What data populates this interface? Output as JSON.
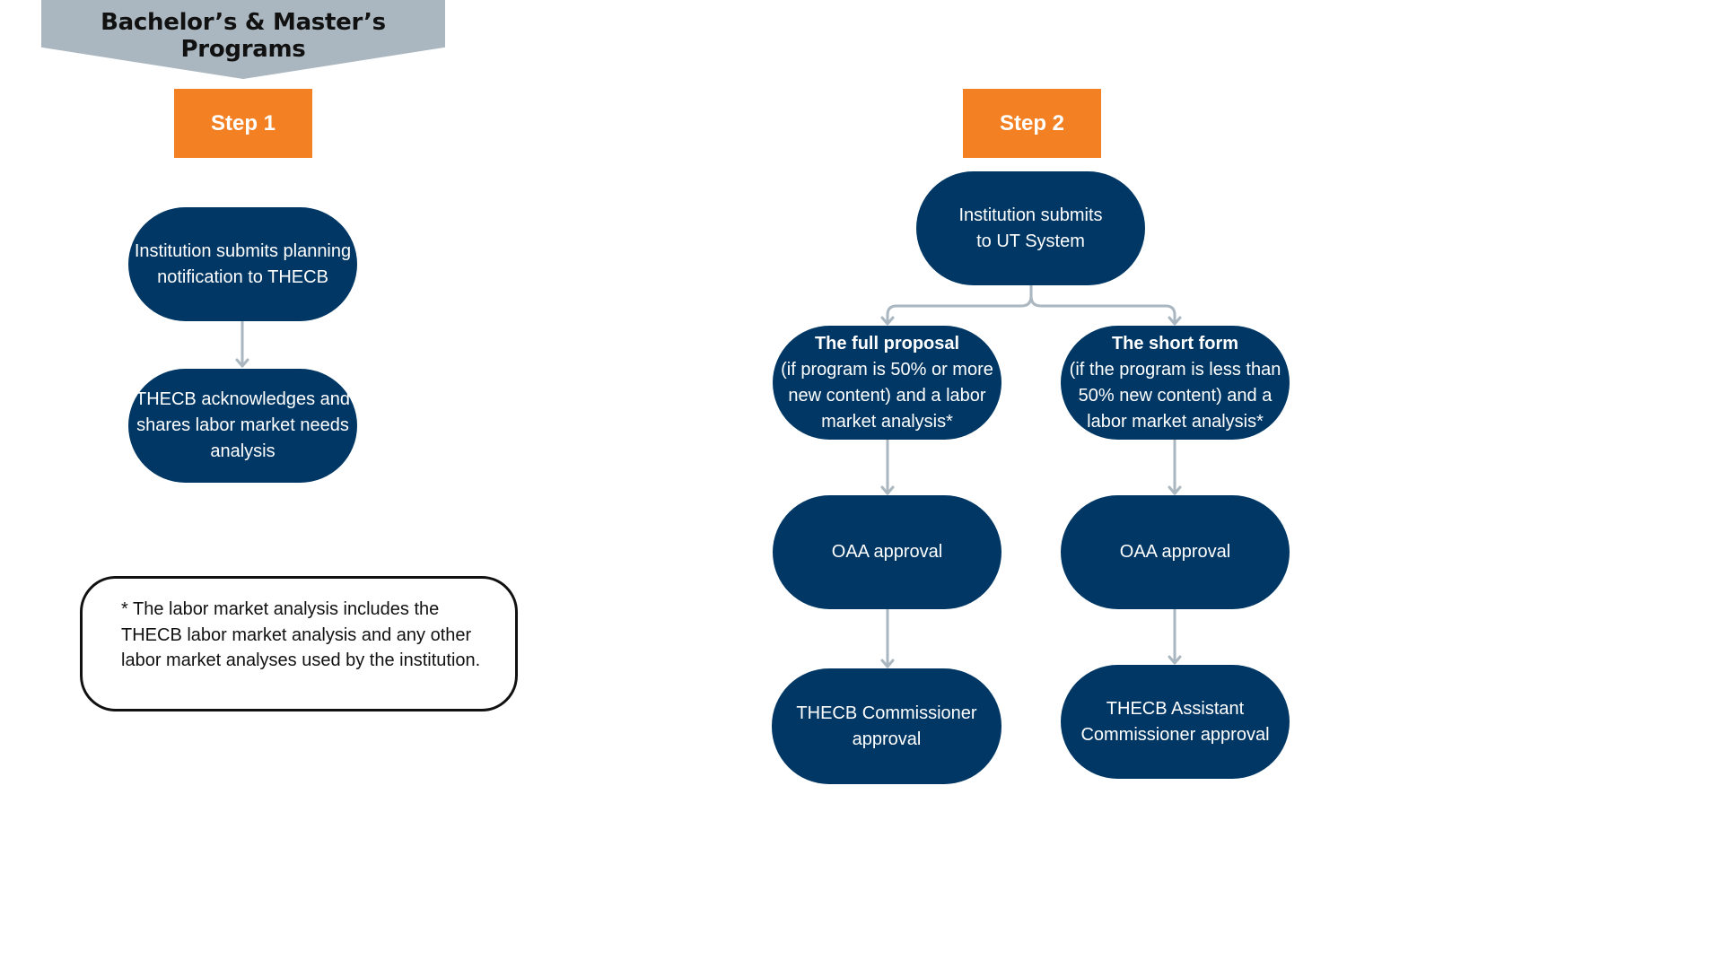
{
  "banner": {
    "title": "Bachelor’s & Master’s Programs"
  },
  "step1": {
    "label": "Step 1",
    "submit": "Institution submits planning notification to THECB",
    "acknowledge": "THECB acknowledges and shares labor market needs analysis"
  },
  "step2": {
    "label": "Step 2",
    "submit": "Institution submits to UT System",
    "full_proposal": {
      "title": "The full proposal",
      "detail": "(if program is 50% or more new content) and a labor market analysis*"
    },
    "short_form": {
      "title": "The short form",
      "detail": "(if the program is less than 50% new content) and a labor market analysis*"
    },
    "oaa_left": "OAA approval",
    "oaa_right": "OAA approval",
    "commissioner": "THECB Commissioner approval",
    "assistant_commissioner": "THECB Assistant Commissioner approval"
  },
  "footnote": "* The labor market analysis includes the THECB labor market analysis and any other labor market analyses used by the institution.",
  "colors": {
    "node": "#003764",
    "step": "#f48024",
    "banner": "#aab7c0",
    "connector": "#aab7c0"
  }
}
